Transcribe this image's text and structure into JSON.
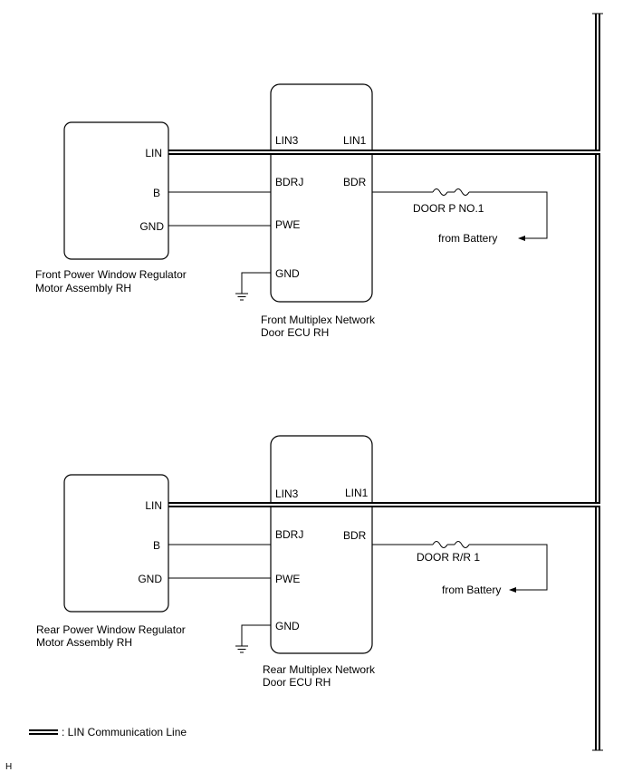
{
  "upper": {
    "motor": {
      "label_line1": "Front Power Window Regulator",
      "label_line2": "Motor Assembly RH",
      "pins": {
        "lin": "LIN",
        "b": "B",
        "gnd": "GND"
      }
    },
    "ecu": {
      "label_line1": "Front Multiplex Network",
      "label_line2": "Door ECU RH",
      "pins": {
        "lin3": "LIN3",
        "lin1": "LIN1",
        "bdrj": "BDRJ",
        "bdr": "BDR",
        "pwe": "PWE",
        "gnd": "GND"
      }
    },
    "fuse": "DOOR P NO.1",
    "supply": "from Battery"
  },
  "lower": {
    "motor": {
      "label_line1": "Rear Power Window Regulator",
      "label_line2": "Motor Assembly RH",
      "pins": {
        "lin": "LIN",
        "b": "B",
        "gnd": "GND"
      }
    },
    "ecu": {
      "label_line1": "Rear Multiplex Network",
      "label_line2": "Door ECU RH",
      "pins": {
        "lin3": "LIN3",
        "lin1": "LIN1",
        "bdrj": "BDRJ",
        "bdr": "BDR",
        "pwe": "PWE",
        "gnd": "GND"
      }
    },
    "fuse": "DOOR R/R 1",
    "supply": "from Battery"
  },
  "legend": {
    "label": ": LIN Communication Line"
  },
  "corner_mark": "H"
}
